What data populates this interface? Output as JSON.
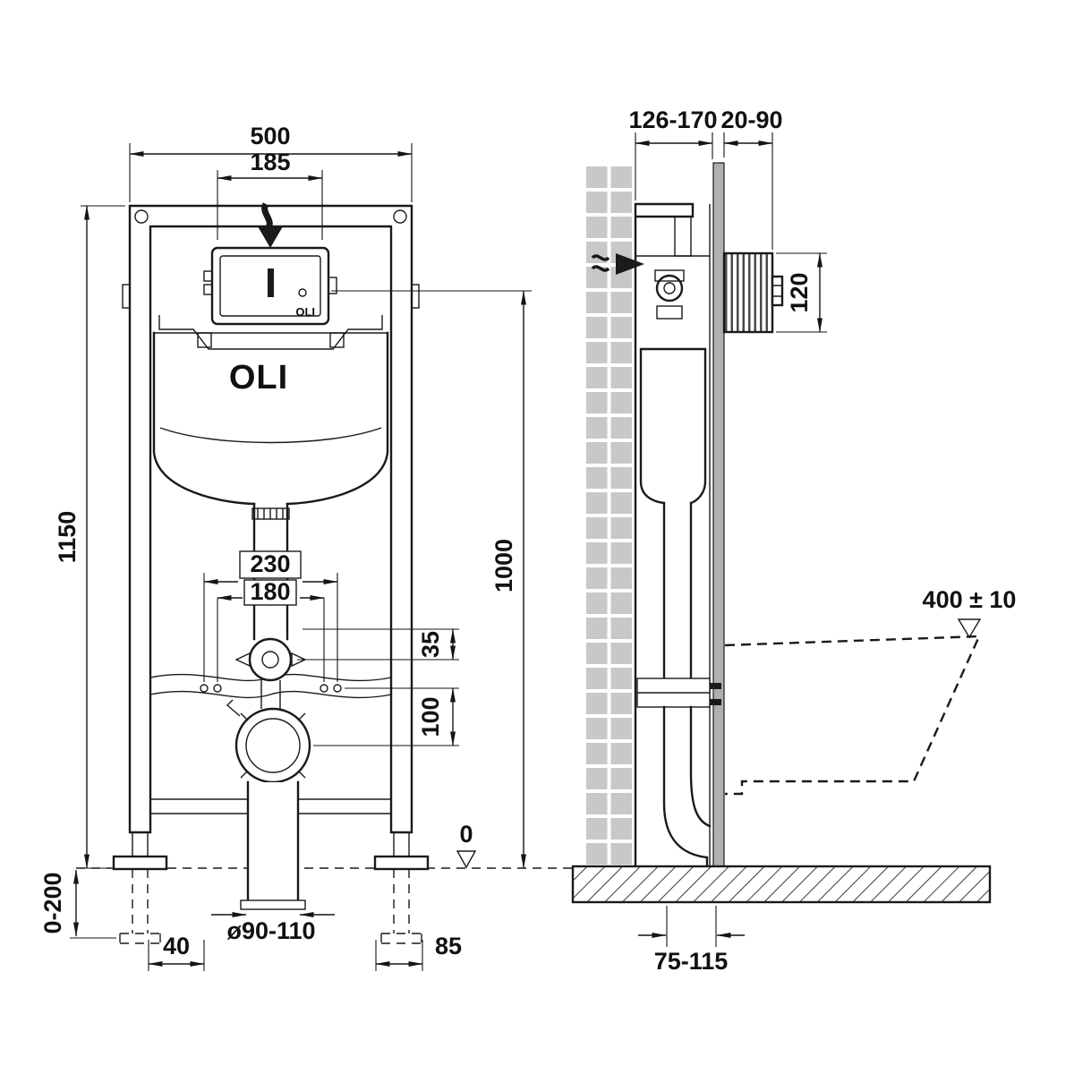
{
  "front_view": {
    "brand_logo": "OLI",
    "plate_logo": "OLI",
    "dims": {
      "frame_width": "500",
      "plate_width": "185",
      "frame_height": "1150",
      "flush_height": "1000",
      "fixing_outer": "230",
      "fixing_inner": "180",
      "offset_35": "35",
      "offset_100": "100",
      "leg_adjust": "0-200",
      "foot_left": "40",
      "drain_diameter": "ø90-110",
      "foot_right": "85",
      "datum": "0"
    }
  },
  "side_view": {
    "dims": {
      "frame_depth": "126-170",
      "finish_gap": "20-90",
      "button_height": "120",
      "bowl_height": "400 ± 10",
      "outlet_offset": "75-115"
    }
  }
}
